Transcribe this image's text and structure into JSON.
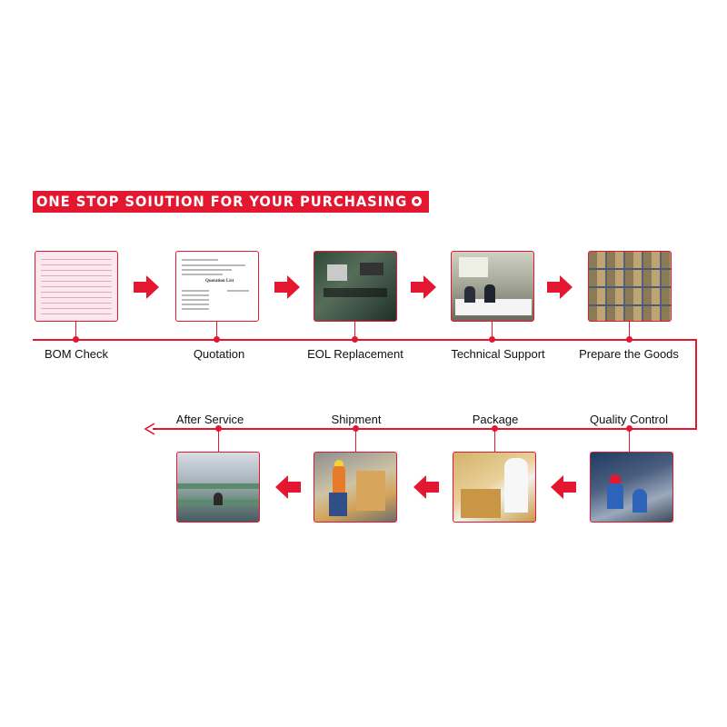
{
  "banner": {
    "title": "ONE STOP SOIUTION FOR YOUR PURCHASING"
  },
  "colors": {
    "accent": "#e3172f"
  },
  "steps_top": [
    {
      "label": "BOM Check",
      "icon": "bom-document-image"
    },
    {
      "label": "Quotation",
      "icon": "quotation-document-image"
    },
    {
      "label": "EOL Replacement",
      "icon": "circuit-board-image"
    },
    {
      "label": "Technical Support",
      "icon": "meeting-room-image"
    },
    {
      "label": "Prepare the Goods",
      "icon": "warehouse-shelves-image"
    }
  ],
  "steps_bottom": [
    {
      "label": "Quality Control",
      "icon": "inspection-workers-image"
    },
    {
      "label": "Package",
      "icon": "packing-boxes-image"
    },
    {
      "label": "Shipment",
      "icon": "hand-truck-worker-image"
    },
    {
      "label": "After Service",
      "icon": "office-cubicles-image"
    }
  ],
  "quotation_doc": {
    "heading": "Quotation List"
  }
}
